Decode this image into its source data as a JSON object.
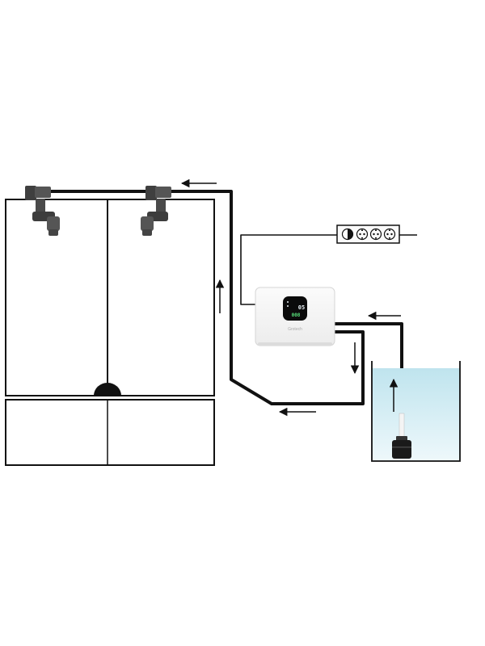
{
  "device": {
    "display_main": "05",
    "display_sub": "008",
    "brand": "Grotech"
  },
  "colors": {
    "pipe": "#111111",
    "fitting": "#4a4a4a",
    "water_top": "#bfe4ee",
    "water_bottom": "#e8f6fa",
    "controller_body": "#f7f7f7",
    "lcd_bg": "#0b0b0b",
    "lcd_text": "#e8f0f4",
    "lcd_accent": "#58e07a"
  },
  "icons": {
    "flow_arrow": "arrow-icon",
    "socket": "power-socket-icon",
    "nozzle": "return-nozzle-icon",
    "pump": "pump-icon"
  }
}
